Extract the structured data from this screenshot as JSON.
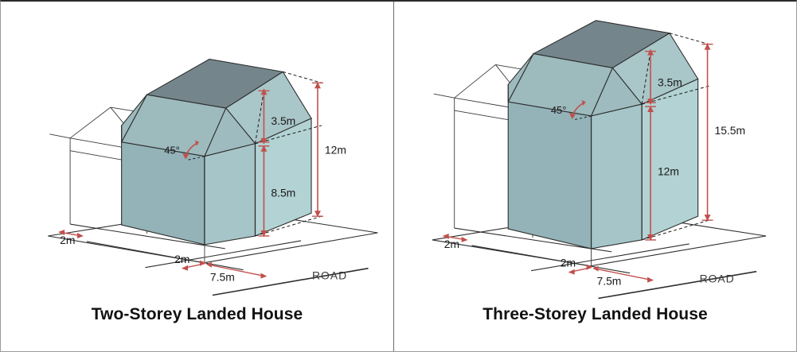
{
  "figure": {
    "kind": "building-envelope-control-diagram",
    "colors": {
      "roof_top": "#74868c",
      "roof_slope_front": "#9dbabd",
      "roof_slope_right": "#a9c6c8",
      "wall_front": "#93b3b8",
      "wall_right": "#b2d2d3",
      "wall_side_strip": "#a6c5c8",
      "outline": "#2e2e2e",
      "dimension": "#c0504d",
      "text": "#1a1a1a",
      "panel_border": "#6d6d6d"
    }
  },
  "panels": [
    {
      "id": "two-storey",
      "caption": "Two-Storey Landed House",
      "road_label": "ROAD",
      "angle_label": "45°",
      "dimensions": {
        "roof_height": "3.5m",
        "wall_height": "8.5m",
        "total_height": "12m",
        "rear_setback": "2m",
        "front_setback": "2m",
        "road_setback": "7.5m"
      }
    },
    {
      "id": "three-storey",
      "caption": "Three-Storey Landed House",
      "road_label": "ROAD",
      "angle_label": "45°",
      "dimensions": {
        "roof_height": "3.5m",
        "wall_height": "12m",
        "total_height": "15.5m",
        "rear_setback": "2m",
        "front_setback": "2m",
        "road_setback": "7.5m"
      }
    }
  ]
}
